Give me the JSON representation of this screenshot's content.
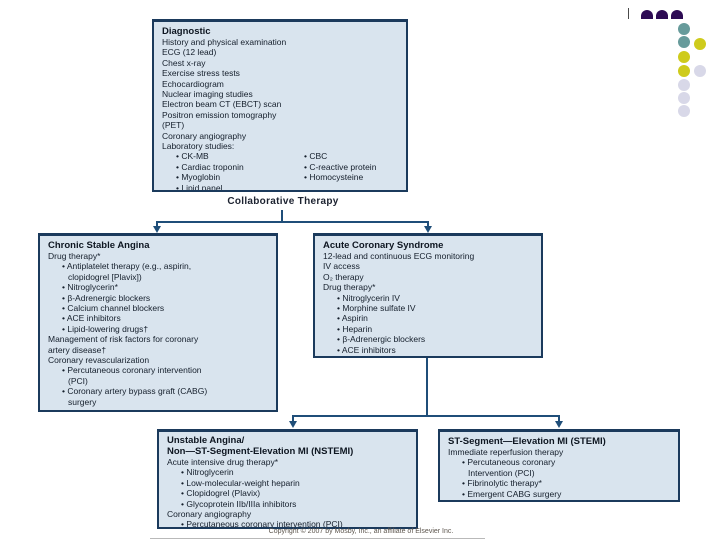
{
  "labels": {
    "collaborative_therapy": "Collaborative Therapy",
    "copyright": "Copyright © 2007 by Mosby, Inc., an affiliate of Elsevier Inc."
  },
  "colors": {
    "box_fill": "#d9e4ee",
    "box_border": "#1b3a5c",
    "connector": "#1f4e79",
    "decor_purple": "#2d0b54",
    "decor_teal": "#679b9b",
    "decor_yellow": "#cecb1c",
    "decor_lavender": "#d8d8e8"
  },
  "boxes": {
    "diagnostic": {
      "lines": [
        {
          "kind": "title",
          "text": "Diagnostic"
        },
        {
          "kind": "plain",
          "text": "History and physical examination"
        },
        {
          "kind": "plain",
          "text": "ECG (12 lead)"
        },
        {
          "kind": "plain",
          "text": "Chest x-ray"
        },
        {
          "kind": "plain",
          "text": "Exercise stress tests"
        },
        {
          "kind": "plain",
          "text": "Echocardiogram"
        },
        {
          "kind": "plain",
          "text": "Nuclear imaging studies"
        },
        {
          "kind": "plain",
          "text": "Electron beam CT (EBCT) scan"
        },
        {
          "kind": "plain",
          "text": "Positron emission tomography"
        },
        {
          "kind": "plain",
          "text": "(PET)"
        },
        {
          "kind": "plain",
          "text": "Coronary angiography"
        },
        {
          "kind": "plain",
          "text": "Laboratory studies:"
        }
      ],
      "lab_col1": [
        {
          "kind": "bullet",
          "text": "CK-MB"
        },
        {
          "kind": "bullet",
          "text": "Cardiac troponin"
        },
        {
          "kind": "bullet",
          "text": "Myoglobin"
        },
        {
          "kind": "bullet",
          "text": "Lipid panel"
        }
      ],
      "lab_col2": [
        {
          "kind": "bullet",
          "text": "CBC"
        },
        {
          "kind": "bullet",
          "text": "C-reactive protein"
        },
        {
          "kind": "bullet",
          "text": "Homocysteine"
        }
      ]
    },
    "chronic_stable_angina": {
      "lines": [
        {
          "kind": "title",
          "text": "Chronic Stable Angina"
        },
        {
          "kind": "plain",
          "text": "Drug therapy*"
        },
        {
          "kind": "bullet",
          "text": "Antiplatelet therapy (e.g., aspirin,"
        },
        {
          "kind": "cont",
          "text": "clopidogrel [Plavix])"
        },
        {
          "kind": "bullet",
          "text": "Nitroglycerin*"
        },
        {
          "kind": "bullet",
          "text": "β-Adrenergic blockers"
        },
        {
          "kind": "bullet",
          "text": "Calcium channel blockers"
        },
        {
          "kind": "bullet",
          "text": "ACE inhibitors"
        },
        {
          "kind": "bullet",
          "text": "Lipid-lowering drugs†"
        },
        {
          "kind": "plain",
          "text": "Management of risk factors for coronary"
        },
        {
          "kind": "plain",
          "text": "artery disease†"
        },
        {
          "kind": "plain",
          "text": "Coronary revascularization"
        },
        {
          "kind": "bullet",
          "text": "Percutaneous coronary intervention"
        },
        {
          "kind": "cont",
          "text": "(PCI)"
        },
        {
          "kind": "bullet",
          "text": "Coronary artery bypass graft (CABG)"
        },
        {
          "kind": "cont",
          "text": "surgery"
        }
      ]
    },
    "acute_coronary_syndrome": {
      "lines": [
        {
          "kind": "title",
          "text": "Acute Coronary Syndrome"
        },
        {
          "kind": "plain",
          "text": "12-lead and continuous ECG monitoring"
        },
        {
          "kind": "plain",
          "text": "IV access"
        },
        {
          "kind": "plain",
          "text": "O₂ therapy"
        },
        {
          "kind": "plain",
          "text": "Drug therapy*"
        },
        {
          "kind": "bullet",
          "text": "Nitroglycerin IV"
        },
        {
          "kind": "bullet",
          "text": "Morphine sulfate IV"
        },
        {
          "kind": "bullet",
          "text": "Aspirin"
        },
        {
          "kind": "bullet",
          "text": "Heparin"
        },
        {
          "kind": "bullet",
          "text": "β-Adrenergic blockers"
        },
        {
          "kind": "bullet",
          "text": "ACE inhibitors"
        }
      ]
    },
    "nstemi": {
      "lines": [
        {
          "kind": "title",
          "text": "Unstable Angina/"
        },
        {
          "kind": "title",
          "text": "Non—ST-Segment-Elevation MI (NSTEMI)"
        },
        {
          "kind": "plain",
          "text": "Acute intensive drug therapy*"
        },
        {
          "kind": "bullet",
          "text": "Nitroglycerin"
        },
        {
          "kind": "bullet",
          "text": "Low-molecular-weight heparin"
        },
        {
          "kind": "bullet",
          "text": "Clopidogrel (Plavix)"
        },
        {
          "kind": "bullet",
          "text": "Glycoprotein IIb/IIIa inhibitors"
        },
        {
          "kind": "plain",
          "text": "Coronary angiography"
        },
        {
          "kind": "bullet",
          "text": "Percutaneous coronary intervention (PCI)"
        }
      ]
    },
    "stemi": {
      "lines": [
        {
          "kind": "title",
          "text": "ST-Segment—Elevation MI (STEMI)"
        },
        {
          "kind": "plain",
          "text": "Immediate reperfusion therapy"
        },
        {
          "kind": "bullet",
          "text": "Percutaneous coronary"
        },
        {
          "kind": "cont",
          "text": "Intervention (PCI)"
        },
        {
          "kind": "bullet",
          "text": "Fibrinolytic therapy*"
        },
        {
          "kind": "bullet",
          "text": "Emergent CABG surgery"
        }
      ]
    }
  }
}
